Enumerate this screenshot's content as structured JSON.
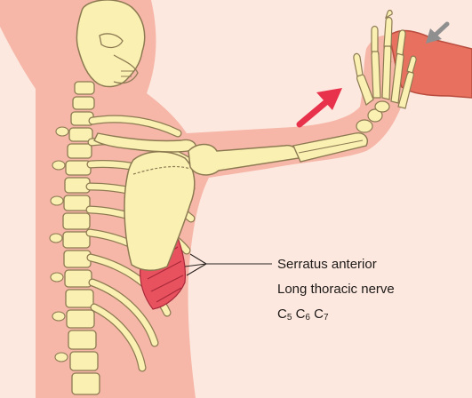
{
  "labels": {
    "muscle": "Serratus anterior",
    "nerve": "Long thoracic nerve",
    "roots": [
      {
        "letter": "C",
        "num": "5"
      },
      {
        "letter": "C",
        "num": "6"
      },
      {
        "letter": "C",
        "num": "7"
      }
    ]
  },
  "colors": {
    "background": "#fce8df",
    "body_silhouette": "#f6b7a8",
    "bone": "#faf0b2",
    "bone_outline": "#8d7a52",
    "muscle": "#e8525e",
    "push_arrow": "#e8314a",
    "resistance_arrow": "#8f8f8f",
    "examiner_hand": "#e8705e",
    "leader_line": "#2a2320"
  },
  "arrows": {
    "push": "push-arrow",
    "resistance": "resistance-arrow"
  }
}
